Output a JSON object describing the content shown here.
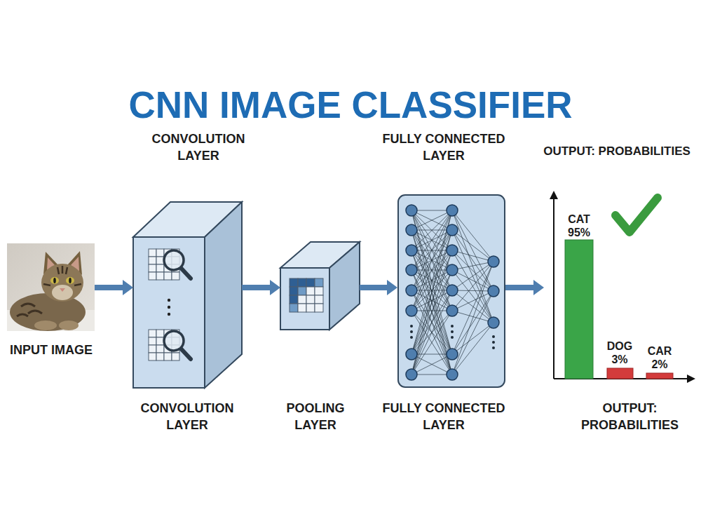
{
  "diagram": {
    "title": "CNN IMAGE CLASSIFIER",
    "nodes": [
      {
        "text": [
          "INPUT IMAGE"
        ]
      },
      {
        "text": [
          "CONVOLUTION LAYER",
          "CONVOLUTION LAYER"
        ]
      },
      {
        "text": [
          "POOLING LAYER"
        ]
      },
      {
        "text": [
          "FULLY CONNECTED LAYER",
          "FULLY CONNECTED LAYER"
        ]
      },
      {
        "text": [
          "OUTPUT: PROBABILITIES",
          "OUTPUT: PROBABILITIES"
        ]
      },
      {
        "text": [
          "CAT 95%"
        ],
        "in": 4
      },
      {
        "text": [
          "DOG 3%"
        ],
        "in": 4
      },
      {
        "text": [
          "CAR 2%"
        ],
        "in": 4
      }
    ],
    "edges": [
      {
        "from": 0,
        "to": 1,
        "arrow": "to"
      },
      {
        "from": 1,
        "to": 2,
        "arrow": "to"
      },
      {
        "from": 2,
        "to": 3,
        "arrow": "to"
      },
      {
        "from": 3,
        "to": 4,
        "arrow": "to"
      }
    ]
  }
}
